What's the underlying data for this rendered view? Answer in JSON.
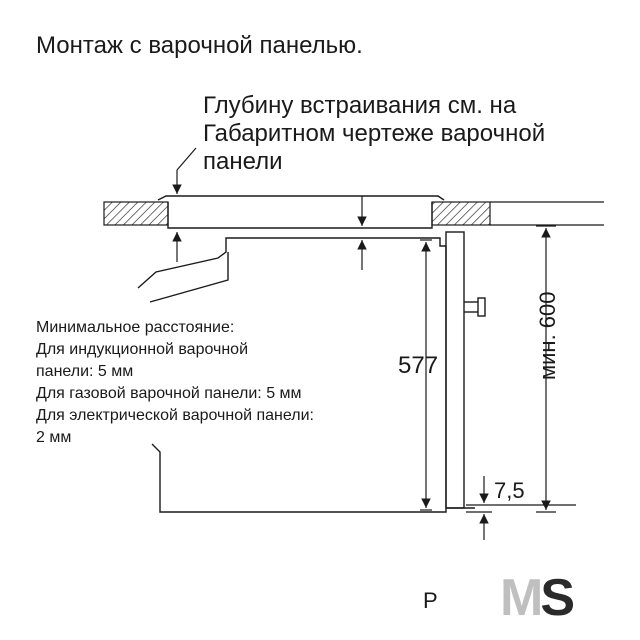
{
  "title": "Монтаж с варочной панелью.",
  "depth_note": [
    "Глубину встраивания см. на",
    "Габаритном чертеже варочной",
    "панели"
  ],
  "min_distance": [
    "Минимальное расстояние:",
    "Для индукционной варочной",
    "панели: 5 мм",
    "Для газовой варочной панели: 5 мм",
    "Для электрической варочной панели:",
    "2 мм"
  ],
  "dimensions": {
    "height_577": "577",
    "min_600": "мин. 600",
    "gap_7_5": "7,5"
  },
  "corner_letter": "P",
  "logo": {
    "m": "M",
    "s": "S"
  },
  "colors": {
    "line": "#1a1a1a",
    "logo_gray": "#bfbfbf",
    "logo_dark": "#2a2a2a"
  }
}
